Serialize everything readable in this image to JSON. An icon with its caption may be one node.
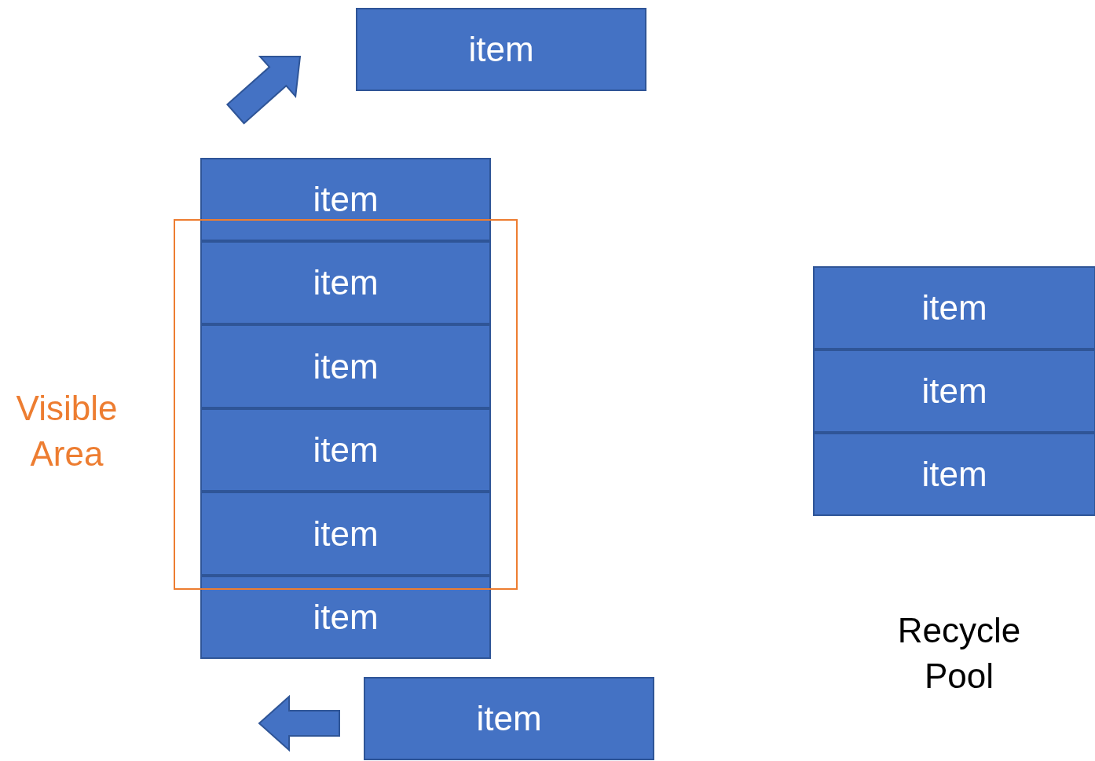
{
  "diagram": {
    "nodes": [
      {
        "text": [
          "item"
        ]
      },
      {
        "text": [
          "Visible Area"
        ]
      },
      {
        "text": [
          "item"
        ]
      },
      {
        "text": [
          "item"
        ],
        "in": 1
      },
      {
        "text": [
          "item"
        ],
        "in": 1
      },
      {
        "text": [
          "item"
        ],
        "in": 1
      },
      {
        "text": [
          "item"
        ],
        "in": 1
      },
      {
        "text": [
          "item"
        ]
      },
      {
        "text": [
          "item"
        ]
      },
      {
        "text": [
          "item"
        ]
      },
      {
        "text": [
          "item"
        ]
      },
      {
        "text": [
          "item"
        ]
      }
    ],
    "labels": [
      "Recycle Pool"
    ]
  }
}
